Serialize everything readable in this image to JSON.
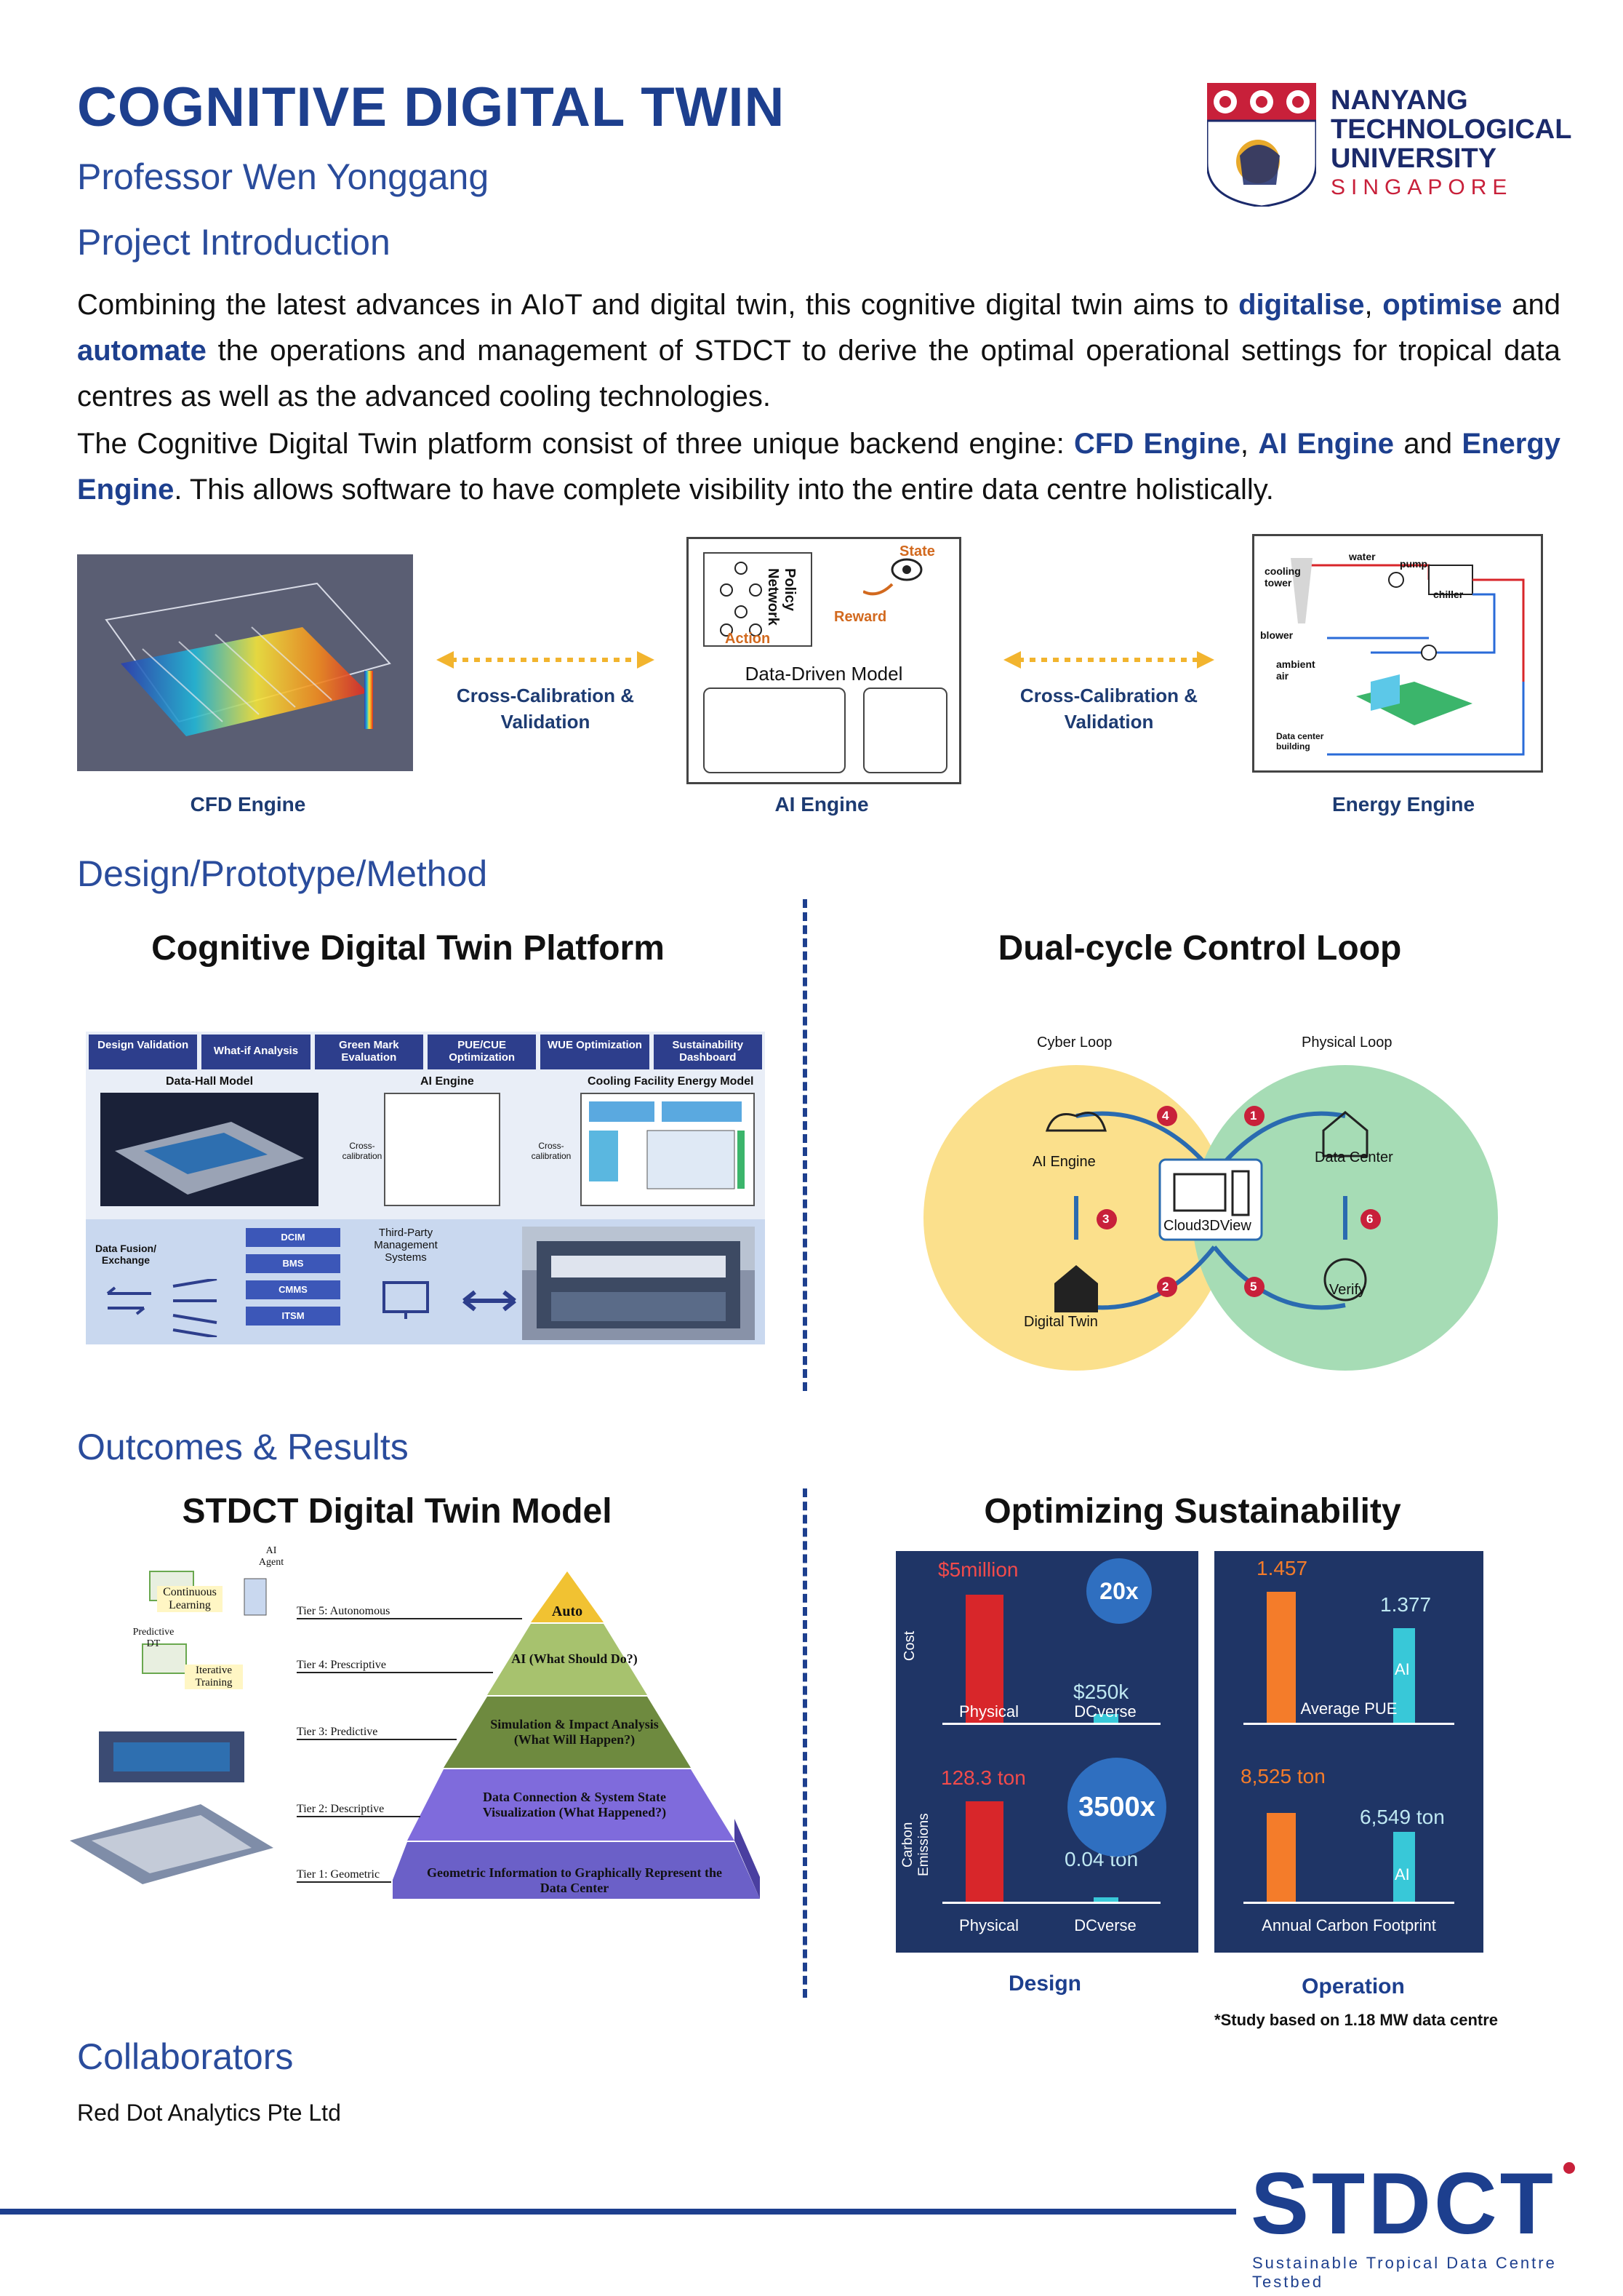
{
  "header": {
    "title": "COGNITIVE DIGITAL TWIN",
    "author": "Professor Wen Yonggang",
    "logo": {
      "line1": "NANYANG",
      "line2": "TECHNOLOGICAL",
      "line3": "UNIVERSITY",
      "line4": "SINGAPORE"
    }
  },
  "intro": {
    "heading": "Project Introduction",
    "p1_a": "Combining the latest advances in AIoT and digital twin, this cognitive digital twin aims to ",
    "p1_b": "digitalise",
    "p1_c": ", ",
    "p1_d": "optimise",
    "p1_e": " and ",
    "p1_f": "automate",
    "p1_g": " the operations and management of STDCT to derive the optimal operational settings for tropical data centres as well as the advanced cooling technologies.",
    "p2_a": "The Cognitive Digital Twin platform consist of three unique backend engine: ",
    "p2_b": "CFD Engine",
    "p2_c": ", ",
    "p2_d": "AI Engine",
    "p2_e": " and ",
    "p2_f": "Energy Engine",
    "p2_g": ". This allows software to have complete visibility into the entire data centre holistically."
  },
  "engines": {
    "cfd_label": "CFD Engine",
    "ai_label": "AI Engine",
    "energy_label": "Energy Engine",
    "cross1_line1": "Cross-Calibration &",
    "cross1_line2": "Validation",
    "cross2_line1": "Cross-Calibration &",
    "cross2_line2": "Validation",
    "ai_state": "State",
    "ai_policy": "Policy Network",
    "ai_reward": "Reward",
    "ai_action": "Action",
    "ai_model": "Data-Driven Model",
    "energy_items": {
      "cooling_tower": "cooling tower",
      "water": "water",
      "pump": "pump",
      "chiller": "chiller",
      "blower": "blower",
      "ambient": "ambient air",
      "dc_building": "Data center building"
    }
  },
  "design": {
    "heading": "Design/Prototype/Method",
    "left_title": "Cognitive Digital Twin Platform",
    "right_title": "Dual-cycle Control Loop",
    "platform_tabs": [
      "Design Validation",
      "What-if Analysis",
      "Green Mark Evaluation",
      "PUE/CUE Optimization",
      "WUE Optimization",
      "Sustainability Dashboard"
    ],
    "platform_labels": {
      "datahall": "Data-Hall Model",
      "ai": "AI Engine",
      "cooling": "Cooling Facility Energy Model",
      "fusion": "Data Fusion/ Exchange",
      "third": "Third-Party Management Systems",
      "cross1": "Cross- calibration",
      "cross2": "Cross- calibration"
    },
    "systems": [
      "DCIM",
      "BMS",
      "CMMS",
      "ITSM"
    ],
    "loop": {
      "cyber": "Cyber Loop",
      "physical": "Physical Loop",
      "ai_engine": "AI Engine",
      "data_center": "Data Center",
      "cloud": "Cloud3DView",
      "digital_twin": "Digital Twin",
      "verify": "Verify",
      "steps": [
        "1",
        "2",
        "3",
        "4",
        "5",
        "6"
      ]
    }
  },
  "outcomes": {
    "heading": "Outcomes & Results",
    "left_title": "STDCT Digital Twin Model",
    "right_title": "Optimizing Sustainability",
    "tiers": [
      {
        "label": "Tier 5: Autonomous",
        "level": "Auto"
      },
      {
        "label": "Tier 4: Prescriptive",
        "level": "AI (What Should Do?)"
      },
      {
        "label": "Tier 3: Predictive",
        "level": "Simulation & Impact Analysis (What Will Happen?)"
      },
      {
        "label": "Tier 2: Descriptive",
        "level": "Data Connection & System State Visualization (What Happened?)"
      },
      {
        "label": "Tier 1: Geometric",
        "level": "Geometric Information to Graphically Represent the Data Center"
      }
    ],
    "side_labels": {
      "continuous": "Continuous Learning",
      "iterative": "Iterative Training",
      "ai_agent": "AI Agent",
      "predictive_dt": "Predictive DT"
    },
    "design_label": "Design",
    "operation_label": "Operation",
    "study_note": "*Study based on 1.18 MW data centre",
    "cost": {
      "axis": "Cost",
      "v1": "$5million",
      "v2": "$250k",
      "ratio": "20x",
      "c1": "Physical",
      "c2": "DCverse"
    },
    "carbon": {
      "axis": "Carbon Emissions",
      "v1": "128.3 ton",
      "v2": "0.04 ton",
      "ratio": "3500x",
      "c1": "Physical",
      "c2": "DCverse"
    },
    "pue": {
      "v1": "1.457",
      "v2": "1.377",
      "tag": "AI",
      "caption": "Average PUE"
    },
    "acf": {
      "v1": "8,525 ton",
      "v2": "6,549 ton",
      "tag": "AI",
      "caption": "Annual Carbon Footprint"
    }
  },
  "collab": {
    "heading": "Collaborators",
    "name": "Red Dot Analytics Pte Ltd"
  },
  "footer": {
    "logo": "STDCT",
    "sub": "Sustainable Tropical Data Centre Testbed"
  }
}
